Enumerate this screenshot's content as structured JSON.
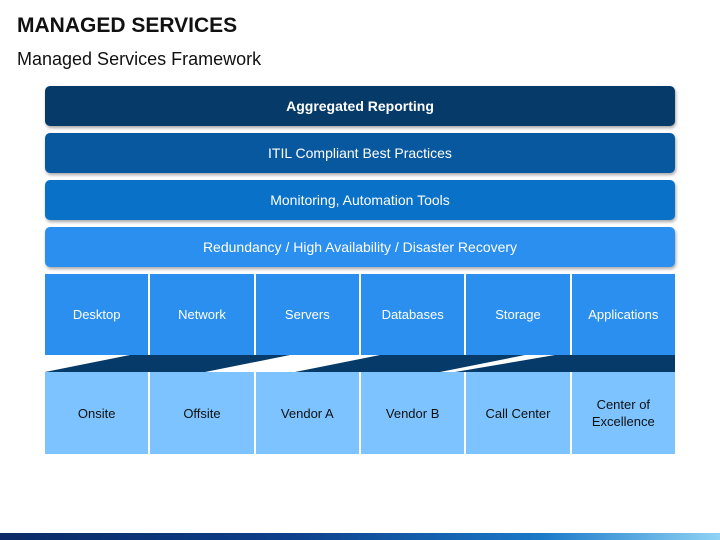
{
  "slide": {
    "title": "MANAGED SERVICES",
    "subtitle": "Managed Services Framework"
  },
  "layers": [
    {
      "label": "Aggregated Reporting",
      "color": "#063a68"
    },
    {
      "label": "ITIL Compliant Best Practices",
      "color": "#0858a0"
    },
    {
      "label": "Monitoring, Automation Tools",
      "color": "#0a71c8"
    },
    {
      "label": "Redundancy / High Availability / Disaster Recovery",
      "color": "#2b8ff0"
    }
  ],
  "infrastructure": [
    {
      "label": "Desktop"
    },
    {
      "label": "Network"
    },
    {
      "label": "Servers"
    },
    {
      "label": "Databases"
    },
    {
      "label": "Storage"
    },
    {
      "label": "Applications"
    }
  ],
  "delivery": [
    {
      "label": "Onsite"
    },
    {
      "label": "Offsite"
    },
    {
      "label": "Vendor A"
    },
    {
      "label": "Vendor B"
    },
    {
      "label": "Call Center"
    },
    {
      "label": "Center of Excellence"
    }
  ],
  "colors": {
    "top_row": "#2b8ff0",
    "bottom_row": "#7cc3ff",
    "connector": "#063a68"
  }
}
